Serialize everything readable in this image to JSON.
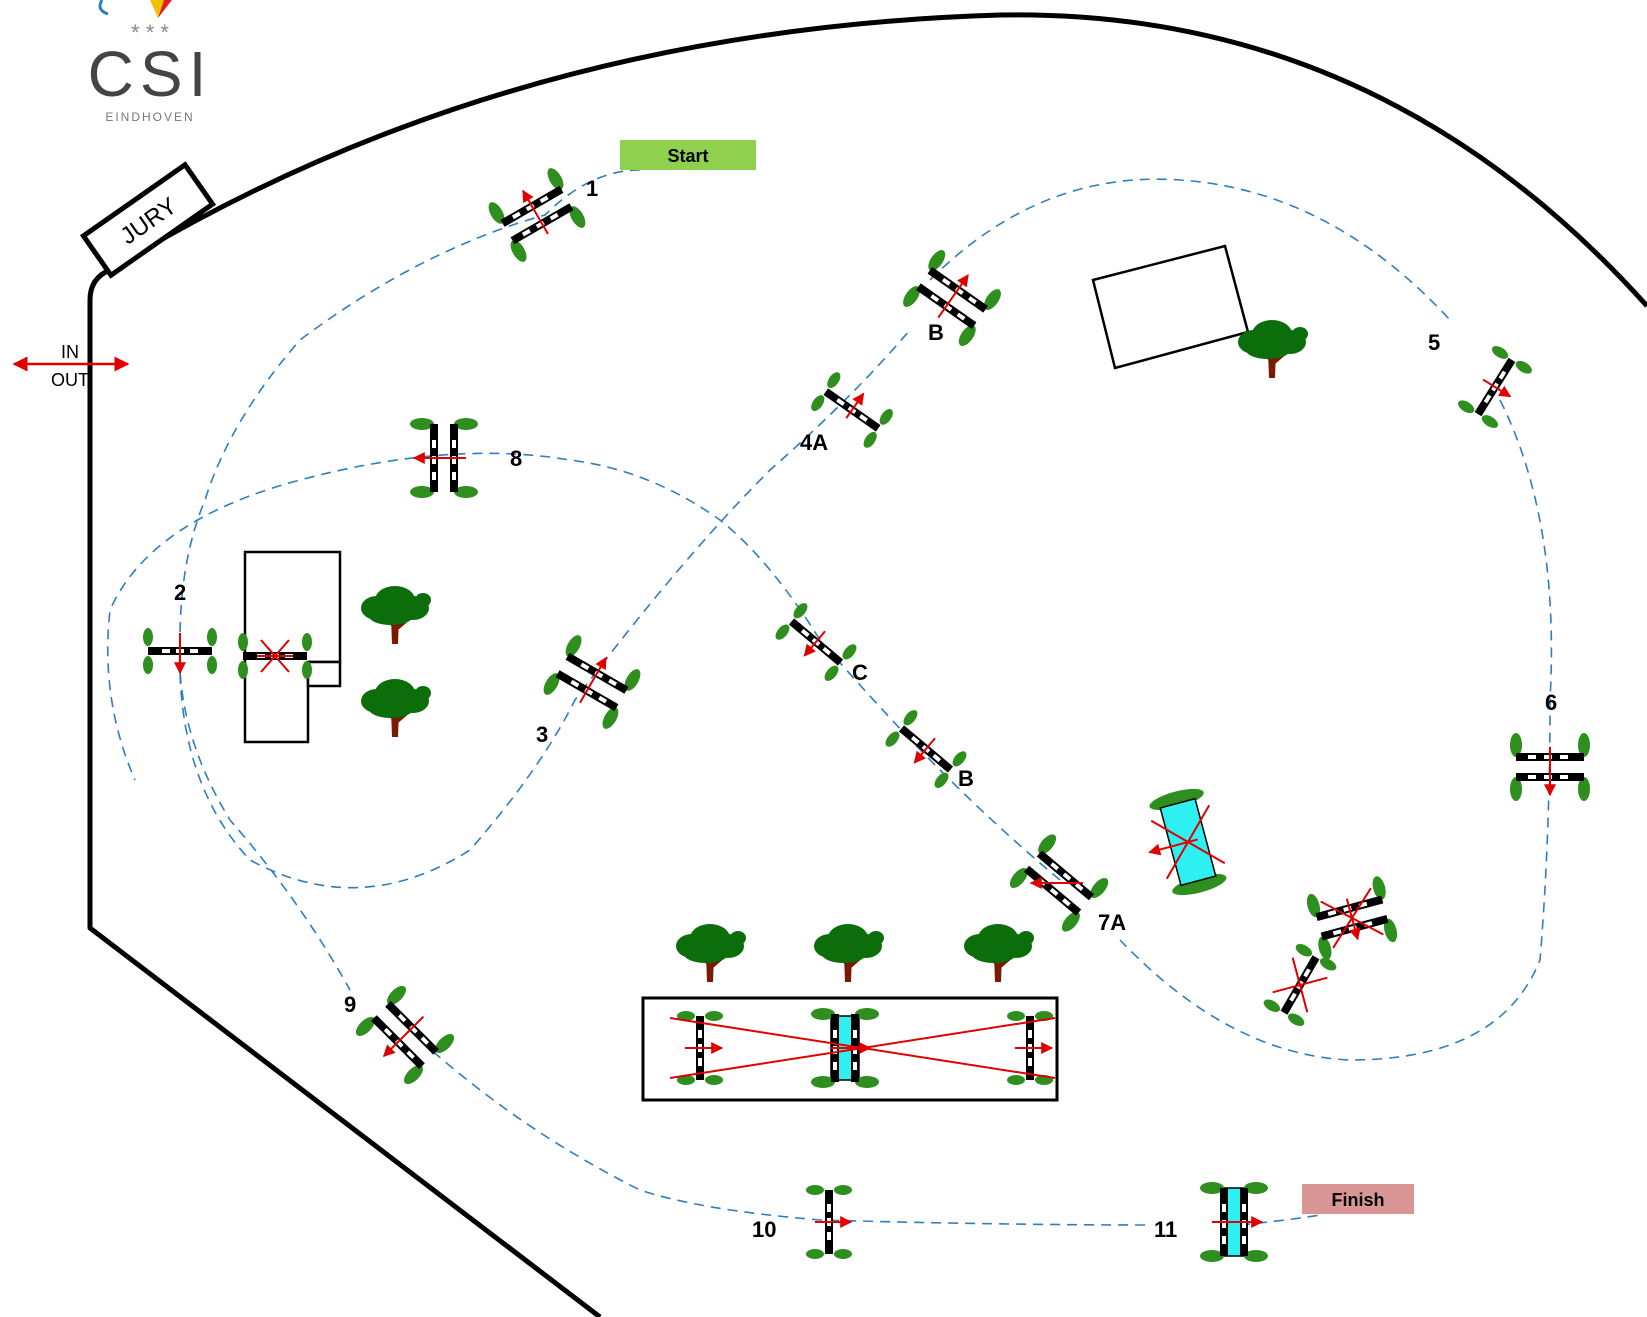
{
  "logo": {
    "name": "CSI",
    "subtitle": "EINDHOVEN",
    "stars": "* * *"
  },
  "jury": "JURY",
  "in_out": {
    "in": "IN",
    "out": "OUT"
  },
  "start": {
    "label": "Start",
    "color": "#8fd14f"
  },
  "finish": {
    "label": "Finish",
    "color": "#d99694"
  },
  "route_color": "#2f7ec1",
  "obstacles": [
    {
      "id": "o1",
      "label": "1"
    },
    {
      "id": "o2",
      "label": "2"
    },
    {
      "id": "o3",
      "label": "3"
    },
    {
      "id": "o4a",
      "label": "4A"
    },
    {
      "id": "o4b",
      "label": "B"
    },
    {
      "id": "o5",
      "label": "5"
    },
    {
      "id": "o6",
      "label": "6"
    },
    {
      "id": "o7a",
      "label": "7A"
    },
    {
      "id": "o7b",
      "label": "B"
    },
    {
      "id": "o7c",
      "label": "C"
    },
    {
      "id": "o8",
      "label": "8"
    },
    {
      "id": "o9",
      "label": "9"
    },
    {
      "id": "o10",
      "label": "10"
    },
    {
      "id": "o11",
      "label": "11"
    }
  ]
}
